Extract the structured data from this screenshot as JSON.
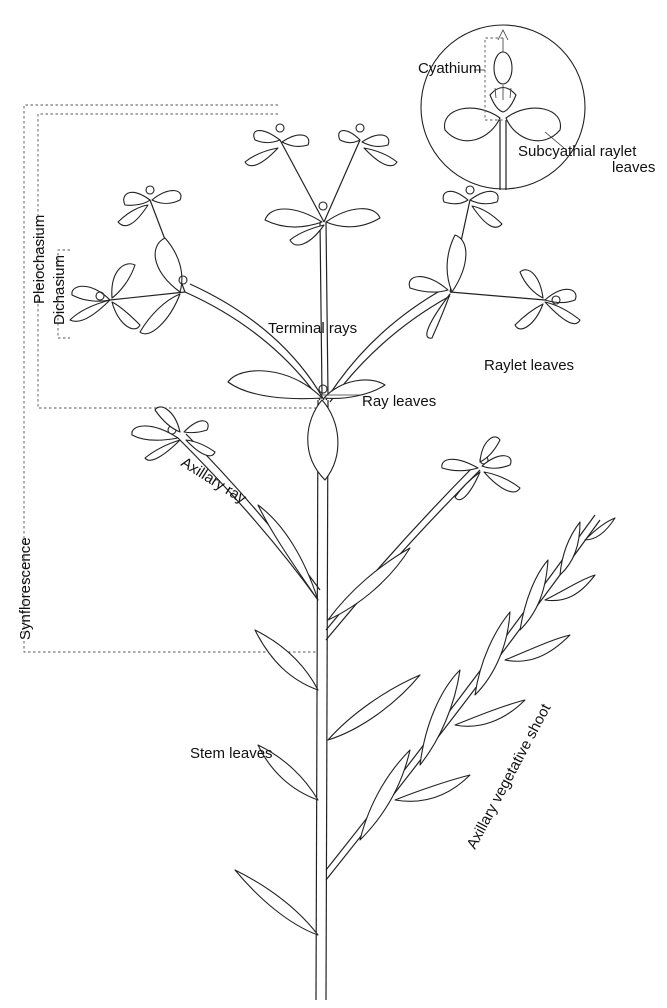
{
  "labels": {
    "cyathium": "Cyathium",
    "subcyathial": "Subcyathial raylet",
    "subcyathial_2": "leaves",
    "synflorescence": "Synflorescence",
    "pleiochasium": "Pleiochasium",
    "dichasium": "Dichasium",
    "terminal_rays": "Terminal rays",
    "raylet_leaves": "Raylet leaves",
    "ray_leaves": "Ray leaves",
    "axillary_ray": "Axillary ray",
    "stem_leaves": "Stem leaves",
    "axillary_vegetative_shoot": "Axillary vegetative shoot"
  }
}
